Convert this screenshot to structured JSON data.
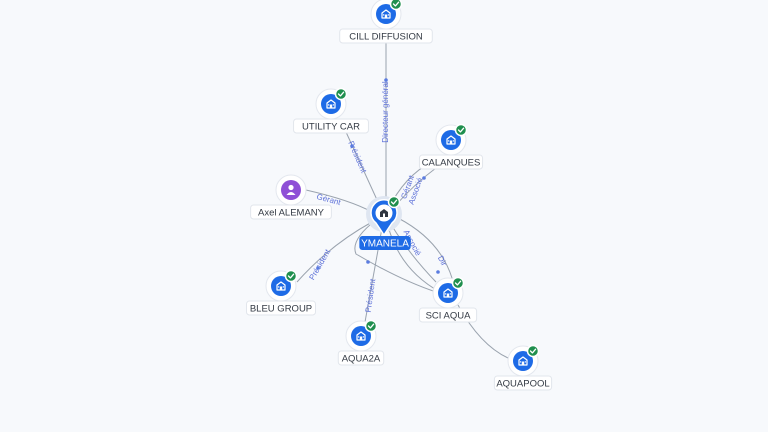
{
  "graph": {
    "center": {
      "label": "YMANELA",
      "icon": "building-icon",
      "verified": true
    },
    "nodes": [
      {
        "id": "cill",
        "label": "CILL DIFFUSION",
        "kind": "company",
        "icon": "building-icon",
        "verified": true
      },
      {
        "id": "utility",
        "label": "UTILITY CAR",
        "kind": "company",
        "icon": "building-icon",
        "verified": true
      },
      {
        "id": "calanques",
        "label": "CALANQUES",
        "kind": "company",
        "icon": "building-icon",
        "verified": true
      },
      {
        "id": "axel",
        "label": "Axel ALEMANY",
        "kind": "person",
        "icon": "person-icon",
        "verified": false
      },
      {
        "id": "bleu",
        "label": "BLEU GROUP",
        "kind": "company",
        "icon": "building-icon",
        "verified": true
      },
      {
        "id": "aqua2a",
        "label": "AQUA2A",
        "kind": "company",
        "icon": "building-icon",
        "verified": true
      },
      {
        "id": "sciaqua",
        "label": "SCI AQUA",
        "kind": "company",
        "icon": "building-icon",
        "verified": true
      },
      {
        "id": "aquapool",
        "label": "AQUAPOOL",
        "kind": "company",
        "icon": "building-icon",
        "verified": true
      }
    ],
    "edges": [
      {
        "from": "center",
        "to": "cill",
        "label": "Directeur général"
      },
      {
        "from": "center",
        "to": "utility",
        "label": "Président"
      },
      {
        "from": "center",
        "to": "calanques",
        "label": "Gérant"
      },
      {
        "from": "center",
        "to": "calanques",
        "label": "Associé"
      },
      {
        "from": "axel",
        "to": "center",
        "label": "Gérant"
      },
      {
        "from": "center",
        "to": "bleu",
        "label": "Président"
      },
      {
        "from": "center",
        "to": "aqua2a",
        "label": "Président"
      },
      {
        "from": "center",
        "to": "sciaqua",
        "label": "Associé"
      },
      {
        "from": "center",
        "to": "sciaqua",
        "label": "Dir"
      },
      {
        "from": "sciaqua",
        "to": "aquapool",
        "label": ""
      }
    ]
  },
  "colors": {
    "company": "#1e6be6",
    "person": "#8e4fd6",
    "verified": "#1f8f4e",
    "edge": "#9aa3ae",
    "edge_label": "#5b6fd8"
  }
}
